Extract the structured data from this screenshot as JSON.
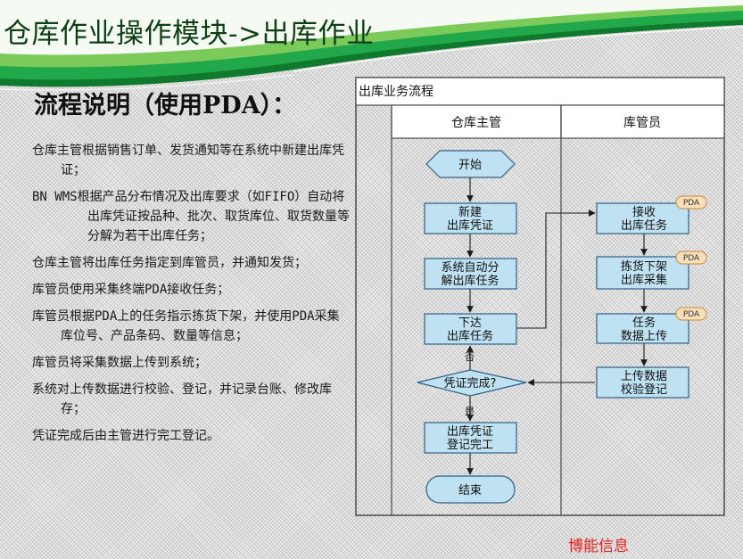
{
  "slide": {
    "title": "仓库作业操作模块->出库作业",
    "section_heading": "流程说明（使用PDA）：",
    "watermark": "博能信息"
  },
  "bullets": [
    "仓库主管根据销售订单、发货通知等在系统中新建出库凭证；",
    "BN WMS根据产品分布情况及出库要求（如FIFO）自动将出库凭证按品种、批次、取货库位、取货数量等分解为若干出库任务；",
    "仓库主管将出库任务指定到库管员，并通知发货；",
    "库管员使用采集终端PDA接收任务；",
    "库管员根据PDA上的任务指示拣货下架，并使用PDA采集库位号、产品条码、数量等信息；",
    "库管员将采集数据上传到系统；",
    "系统对上传数据进行校验、登记，并记录台账、修改库存；",
    "凭证完成后由主管进行完工登记。"
  ],
  "flowchart": {
    "title": "出库业务流程",
    "lanes": [
      "仓库主管",
      "库管员"
    ],
    "nodes": {
      "start": "开始",
      "create_line1": "新建",
      "create_line2": "出库凭证",
      "split_line1": "系统自动分",
      "split_line2": "解出库任务",
      "issue_line1": "下达",
      "issue_line2": "出库任务",
      "decision": "凭证完成?",
      "finish_line1": "出库凭证",
      "finish_line2": "登记完工",
      "end": "结束",
      "receive_line1": "接收",
      "receive_line2": "出库任务",
      "pick_line1": "拣货下架",
      "pick_line2": "出库采集",
      "upload_line1": "任务",
      "upload_line2": "数据上传",
      "verify_line1": "上传数据",
      "verify_line2": "校验登记"
    },
    "pda_tag": "PDA",
    "label_no": "否",
    "label_yes": "是"
  },
  "colors": {
    "node_fill": "#bfe2f2",
    "node_border": "#2f5f86",
    "tag_fill": "#f7dfb8",
    "tag_border": "#c8873a",
    "header_green": "#169c3d",
    "title_color": "#0d3f14",
    "watermark": "#e8231f"
  }
}
